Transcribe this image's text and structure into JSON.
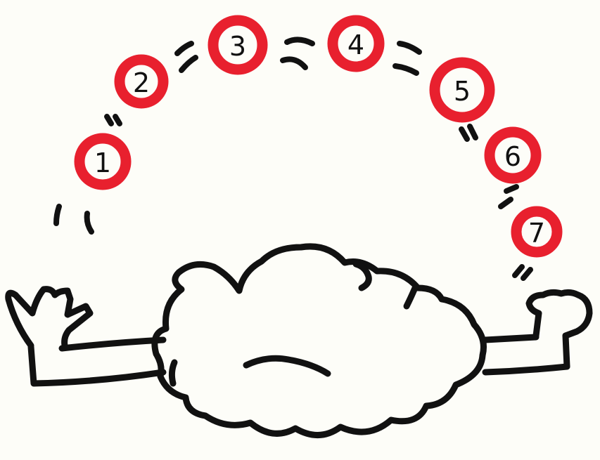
{
  "colors": {
    "ball_ring": "#e8202e",
    "ink": "#111111",
    "paper": "#fdfdf8"
  },
  "balls": [
    {
      "label": "1"
    },
    {
      "label": "2"
    },
    {
      "label": "3"
    },
    {
      "label": "4"
    },
    {
      "label": "5"
    },
    {
      "label": "6"
    },
    {
      "label": "7"
    }
  ]
}
